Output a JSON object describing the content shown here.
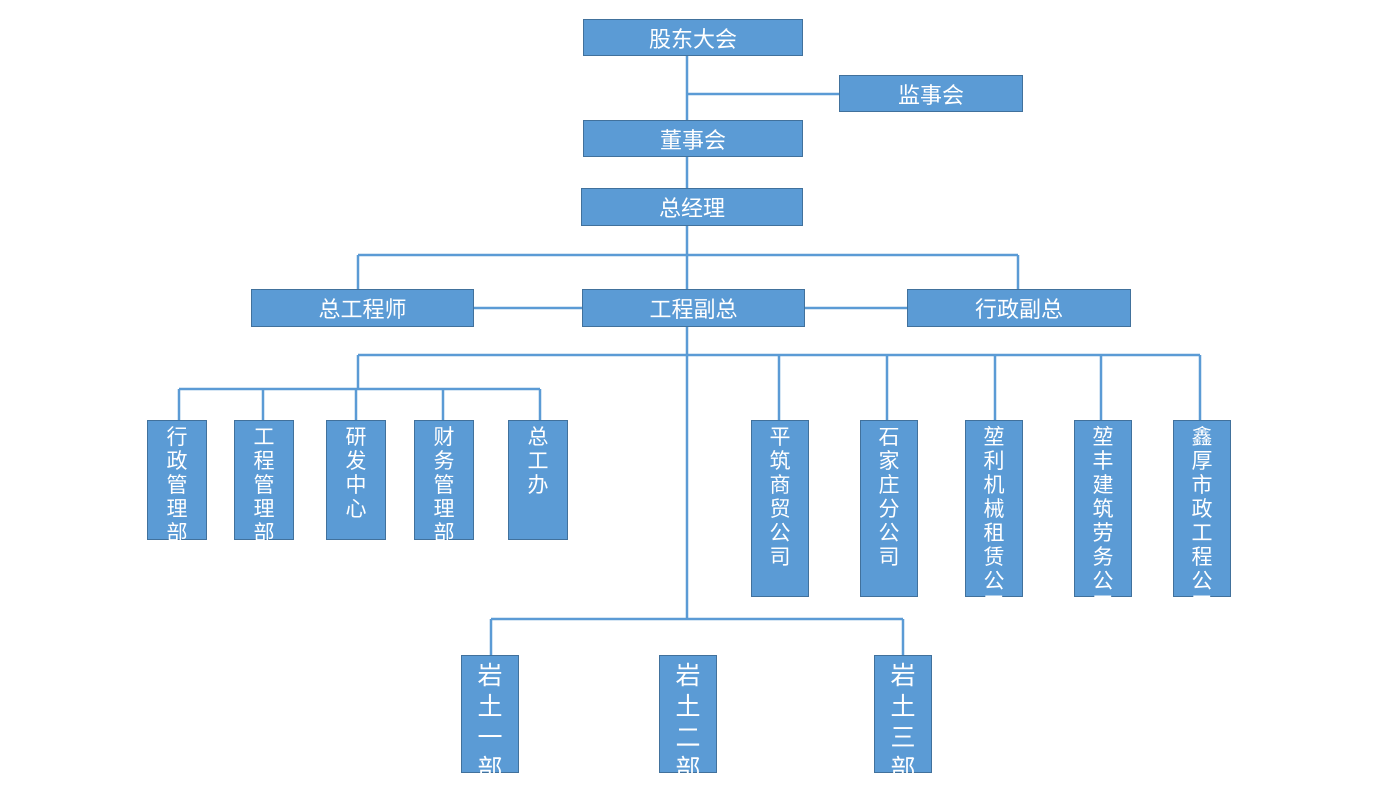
{
  "org": {
    "shareholders": "股东大会",
    "supervisors": "监事会",
    "board": "董事会",
    "gm": "总经理",
    "chief_engineer": "总工程师",
    "eng_vp": "工程副总",
    "admin_vp": "行政副总",
    "dept_admin": "行政管理部",
    "dept_eng": "工程管理部",
    "dept_rd": "研发中心",
    "dept_finance": "财务管理部",
    "dept_chief_office": "总工办",
    "co_pingzhu": "平筑商贸公司",
    "co_shijiazhuang": "石家庄分公司",
    "co_jianli": "堃利机械租赁公司",
    "co_jianfeng": "堃丰建筑劳务公司",
    "co_xinhou": "鑫厚市政工程公司",
    "geo1": "岩土一部",
    "geo2": "岩土二部",
    "geo3": "岩土三部"
  },
  "colors": {
    "box_fill": "#5b9bd5",
    "box_border": "#41719c",
    "line": "#5b9bd5",
    "text": "#ffffff"
  }
}
